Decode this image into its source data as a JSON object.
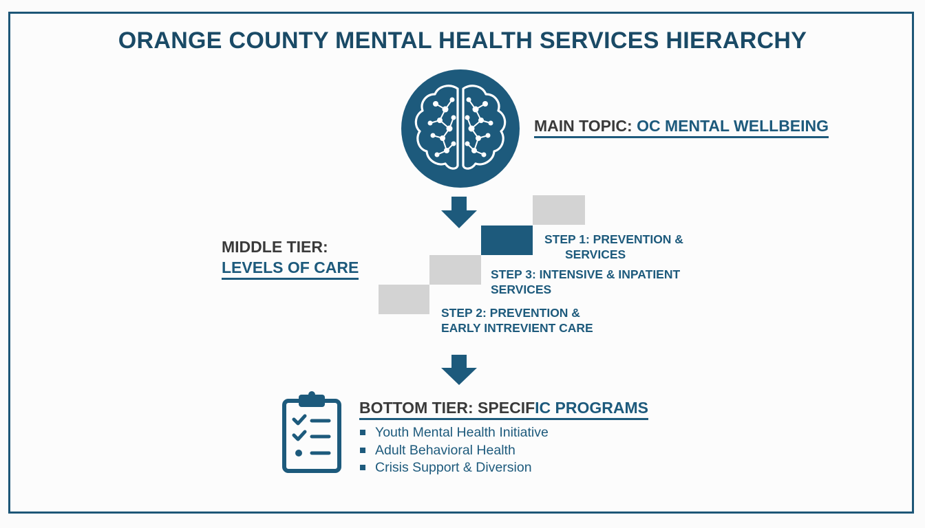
{
  "title": "ORANGE COUNTY MENTAL HEALTH SERVICES HIERARCHY",
  "main_topic": {
    "prefix": "MAIN TOPIC: ",
    "value": "OC MENTAL WELLBEING",
    "icon": "brain-network-icon"
  },
  "middle_tier": {
    "line1": "MIDDLE TIER:",
    "line2": "LEVELS OF CARE"
  },
  "steps": [
    {
      "line1": "STEP 1: PREVENTION &",
      "line2": "SERVICES"
    },
    {
      "line1": "STEP 3: INTENSIVE & INPATIENT",
      "line2": "SERVICES"
    },
    {
      "line1": "STEP 2: PREVENTION &",
      "line2": "EARLY INTREVIENT CARE"
    }
  ],
  "bottom_tier": {
    "prefix": "BOTTOM TIER: SPECIF",
    "accent": "IC PROGRAMS",
    "icon": "clipboard-checklist-icon",
    "programs": [
      "Youth Mental Health Initiative",
      "Adult Behavioral Health",
      "Crisis Support & Diversion"
    ]
  },
  "colors": {
    "primary": "#1d5a7c",
    "title": "#1a4a66",
    "text_dark": "#3a3a3a",
    "block_grey": "#d3d3d3"
  }
}
